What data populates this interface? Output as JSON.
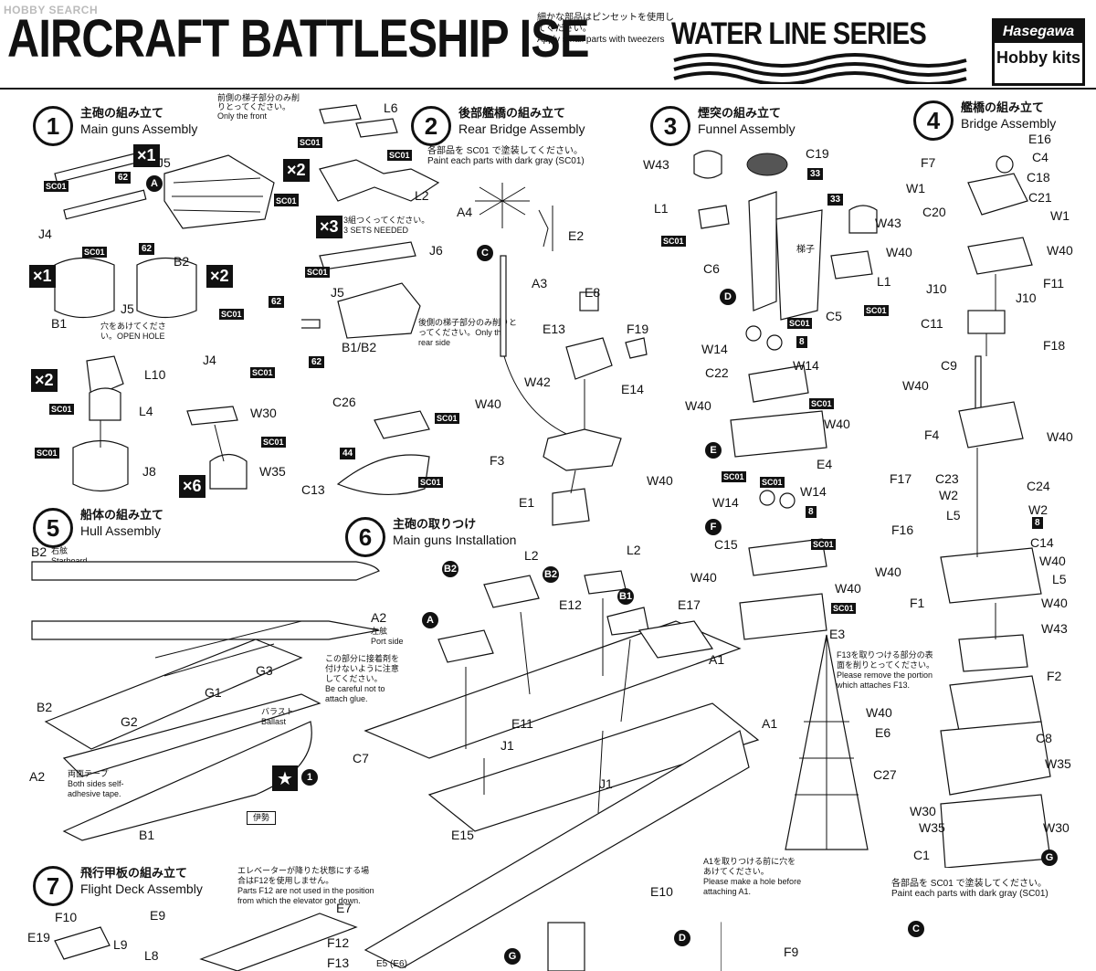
{
  "watermark": "HOBBY SEARCH",
  "title": "AIRCRAFT BATTLESHIP ISE",
  "header_note_jp": "細かな部品はピンセットを使用してください。",
  "header_note_en": "Apply small parts with tweezers",
  "series": "WATER LINE SERIES",
  "brand": {
    "line1": "Hasegawa",
    "line2": "Hobby kits"
  },
  "steps": [
    {
      "num": "1",
      "jp": "主砲の組み立て",
      "en": "Main guns Assembly"
    },
    {
      "num": "2",
      "jp": "後部艦橋の組み立て",
      "en": "Rear Bridge Assembly"
    },
    {
      "num": "3",
      "jp": "煙突の組み立て",
      "en": "Funnel Assembly"
    },
    {
      "num": "4",
      "jp": "艦橋の組み立て",
      "en": "Bridge Assembly"
    },
    {
      "num": "5",
      "jp": "船体の組み立て",
      "en": "Hull Assembly"
    },
    {
      "num": "6",
      "jp": "主砲の取りつけ",
      "en": "Main guns Installation"
    },
    {
      "num": "7",
      "jp": "飛行甲板の組み立て",
      "en": "Flight Deck Assembly"
    }
  ],
  "step1": {
    "note_front": "前側の梯子部分のみ削りとってください。Only the front",
    "x1": "×1",
    "x2a": "×1",
    "x2b": "×2",
    "x2c": "×2",
    "x6": "×6",
    "open_hole": "穴をあけてください。OPEN HOLE",
    "parts": [
      "J5",
      "J4",
      "62",
      "62",
      "J5",
      "B1",
      "B2",
      "L10",
      "L4",
      "J8",
      "W30",
      "W35",
      "A"
    ]
  },
  "step2_top": {
    "x2": "×2",
    "x3": "×3",
    "three_sets_jp": "3組つくってください。",
    "three_sets_en": "3 SETS NEEDED",
    "note_rear": "後側の梯子部分のみ削りとってください。Only the rear side",
    "parts": [
      "L6",
      "L2",
      "J6",
      "J5",
      "J4",
      "62",
      "62",
      "B1/B2",
      "C26",
      "C13",
      "44"
    ]
  },
  "step2": {
    "paint_jp": "各部品を SC01 で塗装してください。",
    "paint_en": "Paint each parts with dark gray (SC01)",
    "parts": [
      "A4",
      "E2",
      "A3",
      "E8",
      "E13",
      "F19",
      "E14",
      "W42",
      "W40",
      "F3",
      "W40",
      "E1",
      "C"
    ]
  },
  "step3": {
    "ladder": "梯子",
    "parts": [
      "W43",
      "C19",
      "33",
      "33",
      "L1",
      "W43",
      "C6",
      "L1",
      "C5",
      "D",
      "W14",
      "W14",
      "8",
      "C22",
      "W40",
      "W40",
      "E4",
      "E",
      "W14",
      "W14",
      "8",
      "F",
      "C15",
      "W40",
      "W40",
      "E3"
    ]
  },
  "step4": {
    "parts": [
      "E16",
      "C4",
      "F7",
      "C18",
      "W1",
      "C21",
      "W1",
      "C20",
      "W40",
      "W40",
      "F11",
      "J10",
      "J10",
      "C11",
      "F18",
      "C9",
      "W40",
      "F4",
      "W40",
      "F17",
      "C23",
      "C24",
      "W2",
      "W2",
      "8",
      "F16",
      "L5",
      "C14",
      "W40",
      "W40",
      "L5",
      "F1",
      "W40",
      "W43",
      "F2",
      "W40",
      "E6",
      "C8",
      "C27",
      "W35",
      "W30",
      "W35",
      "W30",
      "C1",
      "G"
    ],
    "paint_jp": "各部品を SC01 で塗装してください。",
    "paint_en": "Paint each parts with dark gray (SC01)"
  },
  "step5": {
    "b2": "B2",
    "starboard_jp": "右舷",
    "starboard_en": "Starboard",
    "a2": "A2",
    "port_jp": "左舷",
    "port_en": "Port side",
    "ballast_jp": "バラスト",
    "ballast_en": "Ballast",
    "tape_jp": "両面テープ",
    "tape_en": "Both sides self-adhesive tape.",
    "decal_num": "1",
    "name_plate": "伊勢",
    "parts": [
      "G3",
      "G1",
      "G2",
      "B2",
      "A2",
      "B1"
    ]
  },
  "step6": {
    "glue_jp": "この部分に接着剤を付けないように注意してください。",
    "glue_en": "Be careful not to attach glue.",
    "parts": [
      "B2",
      "L2",
      "B2",
      "L2",
      "B1",
      "E12",
      "E17",
      "A",
      "A1",
      "C7",
      "J1",
      "E11",
      "J1",
      "E15",
      "E10"
    ]
  },
  "step6_right": {
    "f13_jp": "F13を取りつける部分の表面を削りとってください。",
    "f13_en": "Please remove the portion which attaches F13.",
    "hole_jp": "A1を取りつける前に穴をあけてください。",
    "hole_en": "Please make a hole before attaching A1.",
    "a1": "A1"
  },
  "step7": {
    "elevator_jp": "エレベーターが降りた状態にする場合はF12を使用しません。",
    "elevator_en": "Parts F12 are not used in the position from which the elevator got down.",
    "parts": [
      "F10",
      "E9",
      "E19",
      "L9",
      "L8",
      "E7",
      "F12",
      "F13",
      "F9",
      "G",
      "D",
      "C",
      "E5 (E6)"
    ]
  },
  "sc01": "SC01"
}
